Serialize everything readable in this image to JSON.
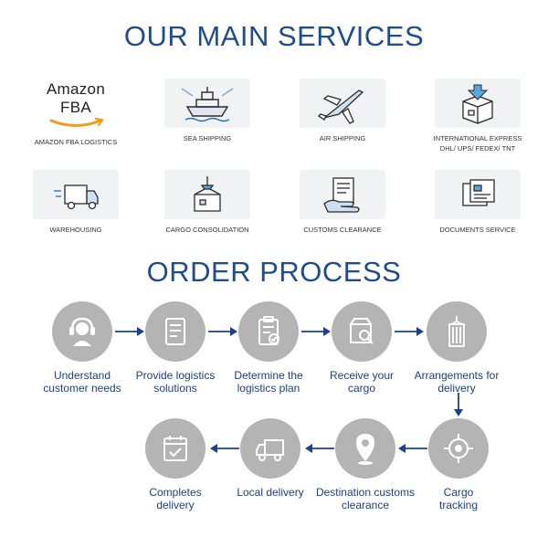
{
  "headings": {
    "services": "OUR MAIN SERVICES",
    "process": "ORDER PROCESS"
  },
  "services": [
    {
      "label": "AMAZON FBA LOGISTICS",
      "logo_text": "Amazon FBA",
      "icon": "amazon-smile-logo"
    },
    {
      "label": "SEA SHIPPING",
      "icon": "cargo-ship-icon"
    },
    {
      "label": "AIR SHIPPING",
      "icon": "airplane-icon"
    },
    {
      "label": "INTERNATIONAL EXPRESS\nDHL/ UPS/ FEDEX/ TNT",
      "icon": "package-delivery-icon"
    },
    {
      "label": "WAREHOUSING",
      "icon": "delivery-truck-icon"
    },
    {
      "label": "CARGO CONSOLIDATION",
      "icon": "crane-container-icon"
    },
    {
      "label": "CUSTOMS CLEARANCE",
      "icon": "document-hand-icon"
    },
    {
      "label": "DOCUMENTS SERVICE",
      "icon": "documents-icon"
    }
  ],
  "steps": [
    {
      "label": "Understand\ncustomer needs",
      "icon": "headset-icon"
    },
    {
      "label": "Provide logistics\nsolutions",
      "icon": "document-icon"
    },
    {
      "label": "Determine the\nlogistics plan",
      "icon": "clipboard-check-icon"
    },
    {
      "label": "Receive your\ncargo",
      "icon": "box-search-icon"
    },
    {
      "label": "Arrangements for\ndelivery",
      "icon": "container-icon"
    },
    {
      "label": "Cargo\ntracking",
      "icon": "target-icon"
    },
    {
      "label": "Destination customs\nclearance",
      "icon": "location-pin-icon"
    },
    {
      "label": "Local delivery",
      "icon": "truck-icon"
    },
    {
      "label": "Completes\ndelivery",
      "icon": "calendar-check-icon"
    }
  ],
  "colors": {
    "heading": "#1e4c8f",
    "arrow": "#1c3f8f",
    "circle": "#b4b4b4",
    "icon_blue": "#2b6fb6"
  }
}
